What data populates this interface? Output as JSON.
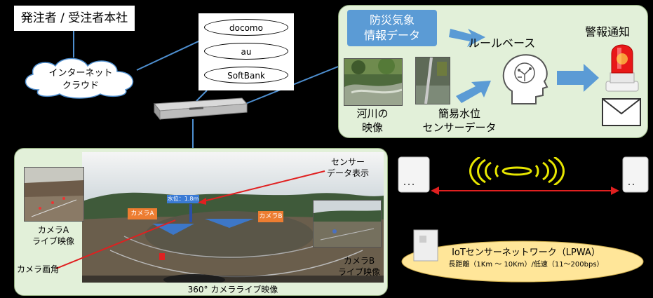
{
  "headquarters": "発注者 / 受注者本社",
  "cloud": {
    "line1": "インターネット",
    "line2": "クラウド"
  },
  "carriers": [
    "docomo",
    "au",
    "SoftBank"
  ],
  "weather": {
    "line1": "防災気象",
    "line2": "情報データ"
  },
  "rulebase": "ルールベース",
  "alert": "警報通知",
  "river": {
    "line1": "河川の",
    "line2": "映像"
  },
  "water_sensor": {
    "line1": "簡易水位",
    "line2": "センサーデータ"
  },
  "sensor_display": {
    "line1": "センサー",
    "line2": "データ表示"
  },
  "camera_a": {
    "tag": "カメラA",
    "line1": "カメラA",
    "line2": "ライブ映像"
  },
  "camera_b": {
    "tag": "カメラB",
    "line1": "カメラB",
    "line2": "ライブ映像"
  },
  "camera_angle": "カメラ画角",
  "water_level_tag": "水位：1.8m",
  "panorama_caption": "360°  カメラライブ映像",
  "lpwa": {
    "line1": "IoTセンサーネットワーク（LPWA）",
    "line2": "長距離（1Km ～ 10Km）/低速（11～200bps）"
  },
  "colors": {
    "panel_green": "#e2f0d9",
    "accent_blue": "#5b9bd5",
    "cable_blue": "#4e8fd0",
    "arrow_red": "#e02020",
    "orange": "#ed7d31",
    "ellipse_yellow": "#ffe699",
    "wave_yellow": "#e7e600"
  },
  "icons": [
    "cloud-icon",
    "router-icon",
    "brain-circuit-icon",
    "siren-icon",
    "envelope-icon",
    "gateway-device-icon",
    "radio-wave-icon",
    "sensor-box-icon"
  ]
}
